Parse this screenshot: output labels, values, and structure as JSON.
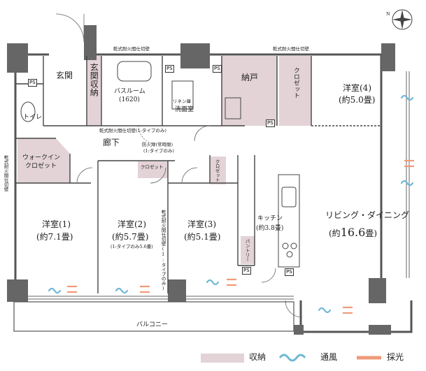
{
  "compass_label": "N",
  "top_labels": {
    "left_wall_note": "乾式耐火間仕切壁",
    "right_wall_note": "乾式耐火間仕切壁"
  },
  "rooms": {
    "genkan": "玄関",
    "genkan_storage": "玄関収納",
    "bathroom": "バスルーム",
    "bathroom_size": "(1620)",
    "linen_label": "リネン庫",
    "washroom": "洗面室",
    "nando": "納戸",
    "closet_top": "クロゼット",
    "western4": "洋室(4)",
    "western4_size": "(約5.0畳)",
    "toilet": "トイレ",
    "hallway": "廊下",
    "walkin_1": "ウォークイン",
    "walkin_2": "クロゼット",
    "closet_mid": "クロゼット",
    "closet_small": "クロゼット",
    "fire_door": "防火扉(常時閉)",
    "fire_door_note": "(1:タイプのみ)",
    "partition_note": "乾式耐火間仕切壁(1:タイプのみ)",
    "left_partition_note": "乾式耐火間仕切壁",
    "mid_partition_note": "乾式耐火間仕切壁(1:タイプのみ)",
    "western1": "洋室(1)",
    "western1_size": "(約7.1畳)",
    "western2": "洋室(2)",
    "western2_size": "(約5.7畳)",
    "western2_note": "(1:タイプのみ5.6畳)",
    "western3": "洋室(3)",
    "western3_size": "(約5.1畳)",
    "kitchen": "キッチン",
    "kitchen_size": "(約3.8畳)",
    "pantry": "パントリー",
    "living": "リビング・ダイニング",
    "living_size_pre": "(約",
    "living_size_num": "16.6",
    "living_size_post": "畳)",
    "balcony": "バルコニー",
    "ps": "PS"
  },
  "legend": {
    "storage": "収納",
    "ventilation": "通風",
    "daylight": "採光"
  },
  "colors": {
    "storage": "#e3d3d6",
    "wall": "#555555",
    "ventilation": "#6fb8d6",
    "daylight": "#f09a78"
  }
}
